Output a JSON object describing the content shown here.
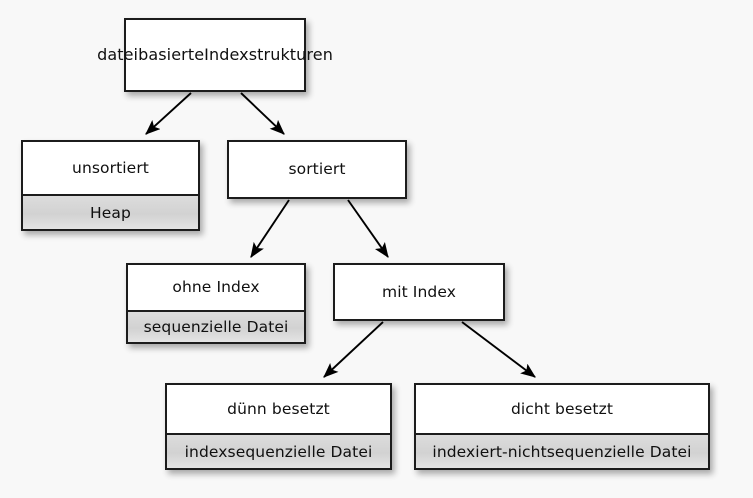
{
  "diagram": {
    "title": "dateibasierte Indexstrukturen",
    "background_color": "#f8f8f8",
    "node_border_color": "#1c1c1c",
    "node_fill_color": "#ffffff",
    "node_subtitle_fill_color": "#d8d8d8",
    "edge_color": "#000000",
    "nodes": [
      {
        "id": "root",
        "title": "dateibasierte\nIndexstrukturen",
        "title_line1": "dateibasierte",
        "title_line2": "Indexstrukturen",
        "subtitle": ""
      },
      {
        "id": "unsortiert",
        "title": "unsortiert",
        "subtitle": "Heap"
      },
      {
        "id": "sortiert",
        "title": "sortiert",
        "subtitle": ""
      },
      {
        "id": "ohne-index",
        "title": "ohne Index",
        "subtitle": "sequenzielle Datei"
      },
      {
        "id": "mit-index",
        "title": "mit Index",
        "subtitle": ""
      },
      {
        "id": "duenn-besetzt",
        "title": "dünn besetzt",
        "subtitle": "indexsequenzielle Datei"
      },
      {
        "id": "dicht-besetzt",
        "title": "dicht besetzt",
        "subtitle": "indexiert-nichtsequenzielle Datei"
      }
    ],
    "edges": [
      {
        "from": "root",
        "to": "unsortiert"
      },
      {
        "from": "root",
        "to": "sortiert"
      },
      {
        "from": "sortiert",
        "to": "ohne-index"
      },
      {
        "from": "sortiert",
        "to": "mit-index"
      },
      {
        "from": "mit-index",
        "to": "duenn-besetzt"
      },
      {
        "from": "mit-index",
        "to": "dicht-besetzt"
      }
    ]
  }
}
